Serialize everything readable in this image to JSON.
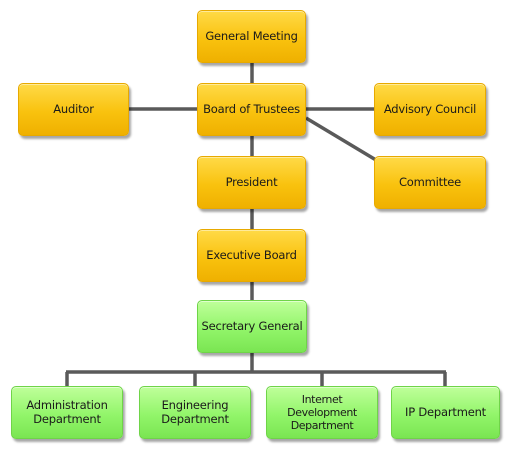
{
  "nodes": {
    "general_meeting": "General Meeting",
    "auditor": "Auditor",
    "board_of_trustees": "Board of Trustees",
    "advisory_council": "Advisory Council",
    "president": "President",
    "committee": "Committee",
    "executive_board": "Executive Board",
    "secretary_general": "Secretary General",
    "administration_department": "Administration\nDepartment",
    "engineering_department": "Engineering\nDepartment",
    "internet_development_department": "Internet Development\nDepartment",
    "ip_department": "IP Department"
  },
  "colors": {
    "upper_nodes": "#f9c20e",
    "lower_nodes": "#92f56a",
    "connector": "#5a5a5a"
  }
}
